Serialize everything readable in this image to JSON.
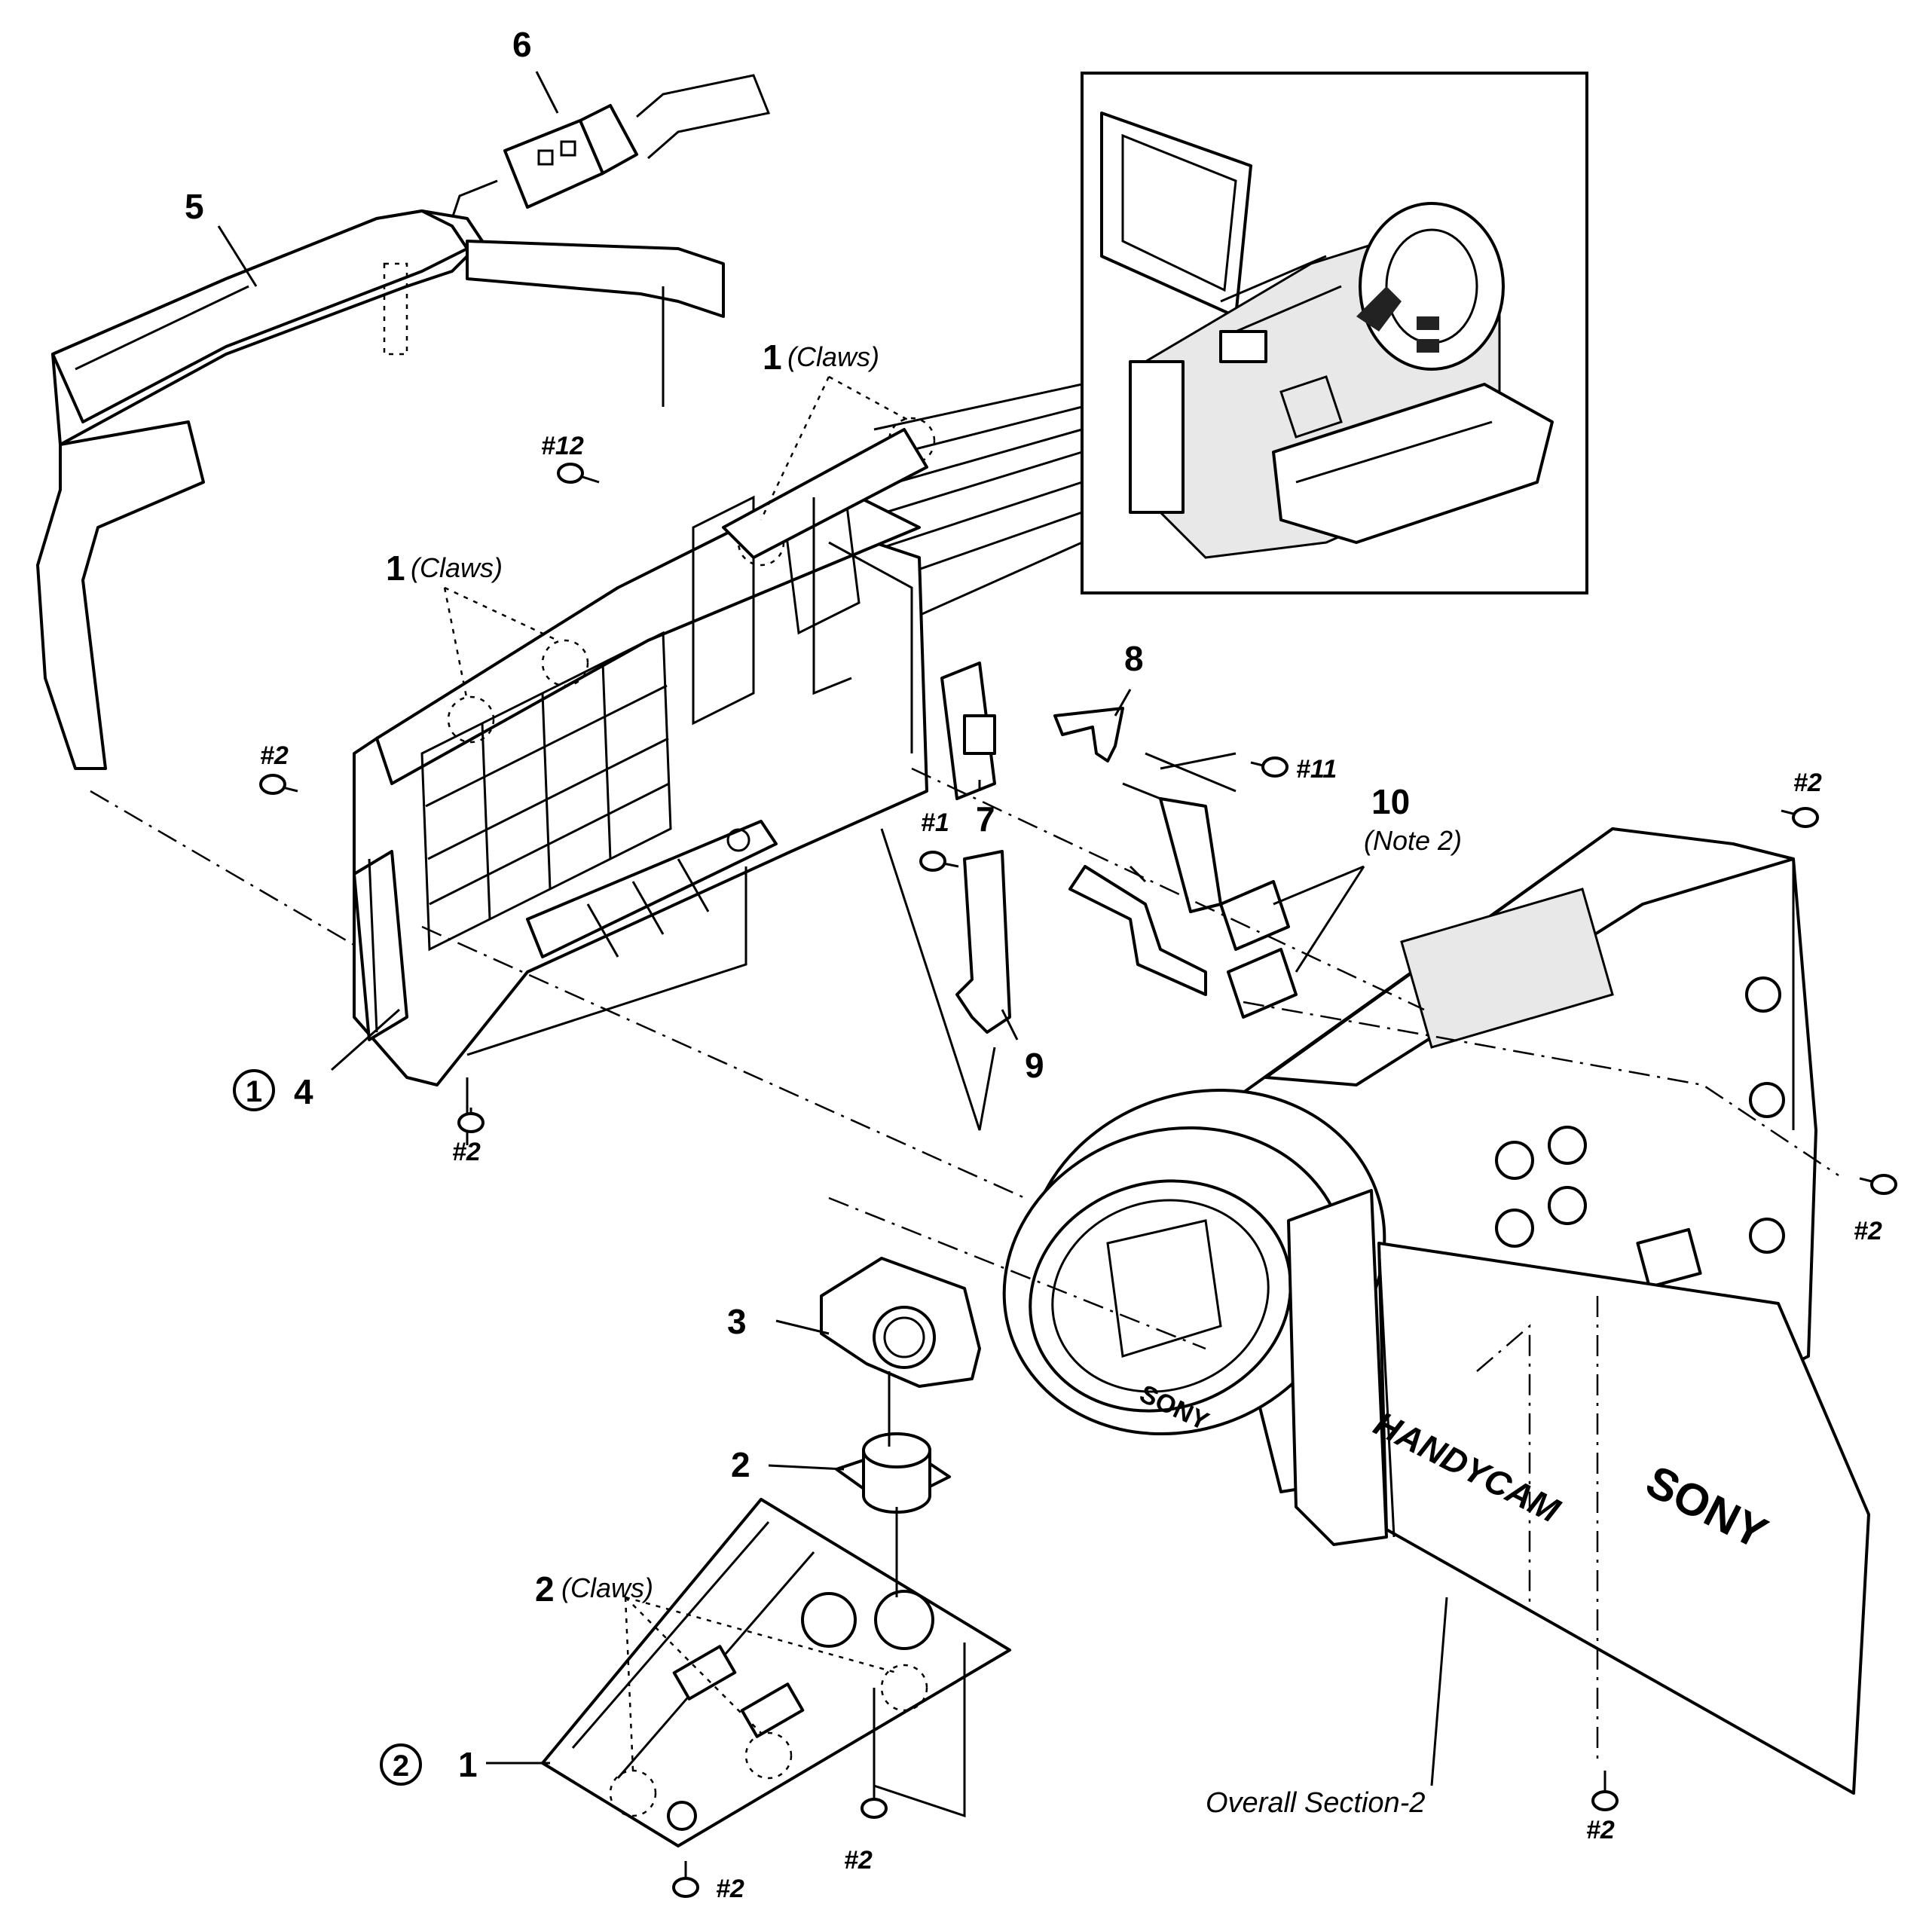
{
  "labels": {
    "p6": "6",
    "p5": "5",
    "p4": "4",
    "p7": "7",
    "p8": "8",
    "p9": "9",
    "p10": "10",
    "p3": "3",
    "p2": "2",
    "p1": "1",
    "claws1_num_a": "1",
    "claws1_a": "(Claws)",
    "claws1_num_b": "1",
    "claws1_b": "(Claws)",
    "claws2_num": "2",
    "claws2": "(Claws)",
    "note2": "(Note 2)",
    "circled1": "1",
    "circled2": "2",
    "overall_section": "Overall Section-2"
  },
  "screws": {
    "s12": "#12",
    "s2_left": "#2",
    "s2_bottom_left": "#2",
    "s11": "#11",
    "s1": "#1",
    "s2_right_top": "#2",
    "s2_right_mid": "#2",
    "s2_right_bottom": "#2",
    "s2_bottom_center": "#2",
    "s2_bottom": "#2"
  },
  "brand": {
    "logo": "SONY",
    "model": "HANDYCAM",
    "lens_logo": "SONY"
  }
}
